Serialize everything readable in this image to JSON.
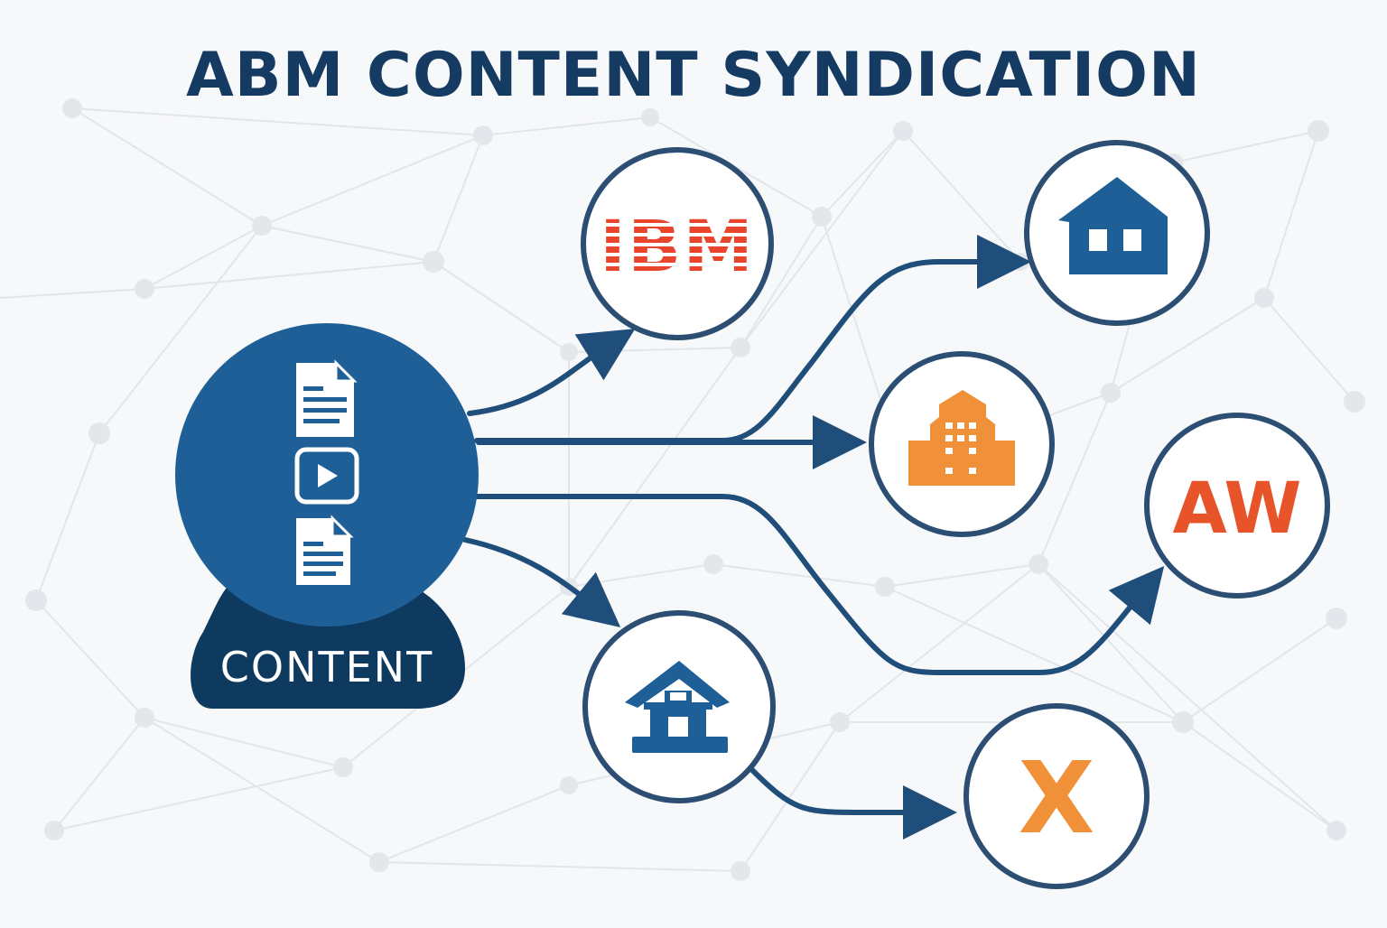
{
  "title": "ABM CONTENT SYNDICATION",
  "hub": {
    "label": "CONTENT",
    "assets": [
      "document-icon",
      "video-play-icon",
      "document-icon"
    ]
  },
  "targets": [
    {
      "id": "ibm",
      "logo_text": "IBM",
      "icon": "ibm-logo"
    },
    {
      "id": "house",
      "icon": "house-icon"
    },
    {
      "id": "office-building",
      "icon": "office-building-icon"
    },
    {
      "id": "aw",
      "logo_text": "AW",
      "icon": "aw-logo"
    },
    {
      "id": "bank",
      "icon": "bank-building-icon"
    },
    {
      "id": "x",
      "logo_text": "X",
      "icon": "x-logo"
    }
  ],
  "colors": {
    "navy": "#163b63",
    "hub_blue": "#1f5f97",
    "hub_base": "#0f3a60",
    "arrow": "#1f4e7a",
    "ring": "#2b4e72",
    "ibm_red": "#e8452c",
    "orange": "#f0913a",
    "aw_orange": "#e8542a",
    "background": "#f7f8fa",
    "network": "#e2e6eb"
  }
}
